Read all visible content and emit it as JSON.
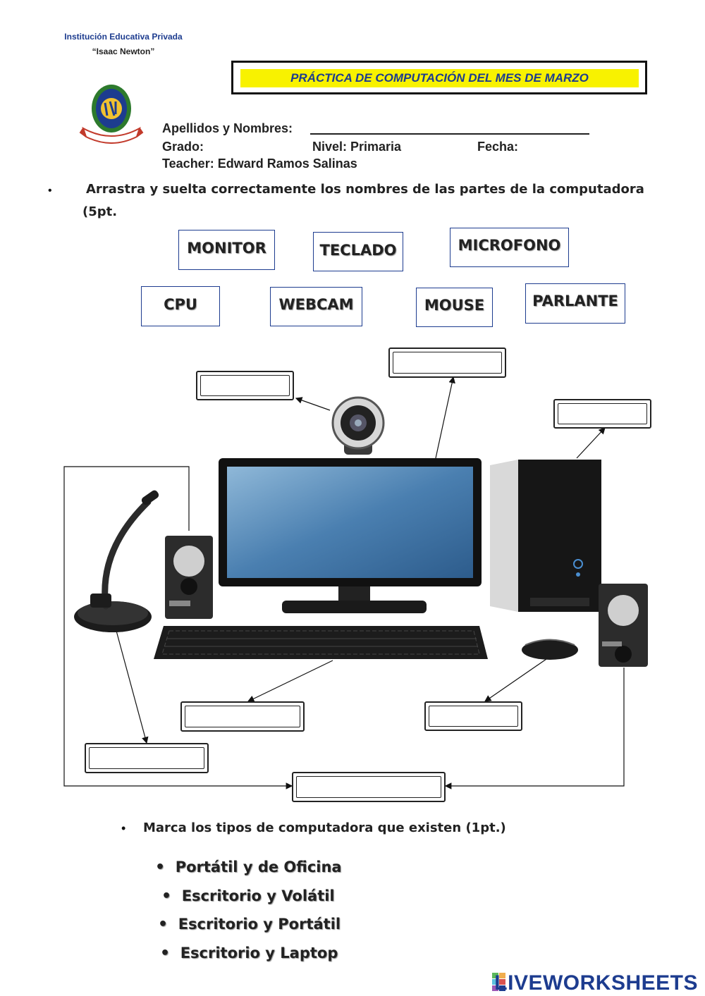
{
  "header": {
    "school_line1": "Institución Educativa Privada",
    "school_line2": "“Isaac Newton”",
    "title": "PRÁCTICA DE COMPUTACIÓN DEL MES DE MARZO",
    "logo_icon": "school-crest-icon"
  },
  "student_info": {
    "name_label": "Apellidos y Nombres:",
    "grade_label": "Grado:",
    "level_label": "Nivel: Primaria",
    "date_label": "Fecha:",
    "teacher_label": "Teacher: Edward Ramos Salinas"
  },
  "question1": {
    "text": "Arrastra y suelta correctamente los nombres de las partes de la computadora",
    "points": "(5pt."
  },
  "word_bank": {
    "monitor": "MONITOR",
    "teclado": "TECLADO",
    "microfono": "MICROFONO",
    "cpu": "CPU",
    "webcam": "WEBCAM",
    "mouse": "MOUSE",
    "parlante": "PARLANTE"
  },
  "question2": {
    "text": "Marca los tipos de computadora que existen (1pt.)",
    "options": [
      "Portátil y de Oficina",
      "Escritorio y Volátil",
      "Escritorio y Portátil",
      "Escritorio y Laptop"
    ]
  },
  "footer": {
    "brand": "LIVEWORKSHEETS",
    "brand_icon": "liveworksheets-logo-icon"
  },
  "colors": {
    "title_bg": "#f8f200",
    "title_text": "#1d3c8f",
    "word_border": "#1d3c8f"
  }
}
